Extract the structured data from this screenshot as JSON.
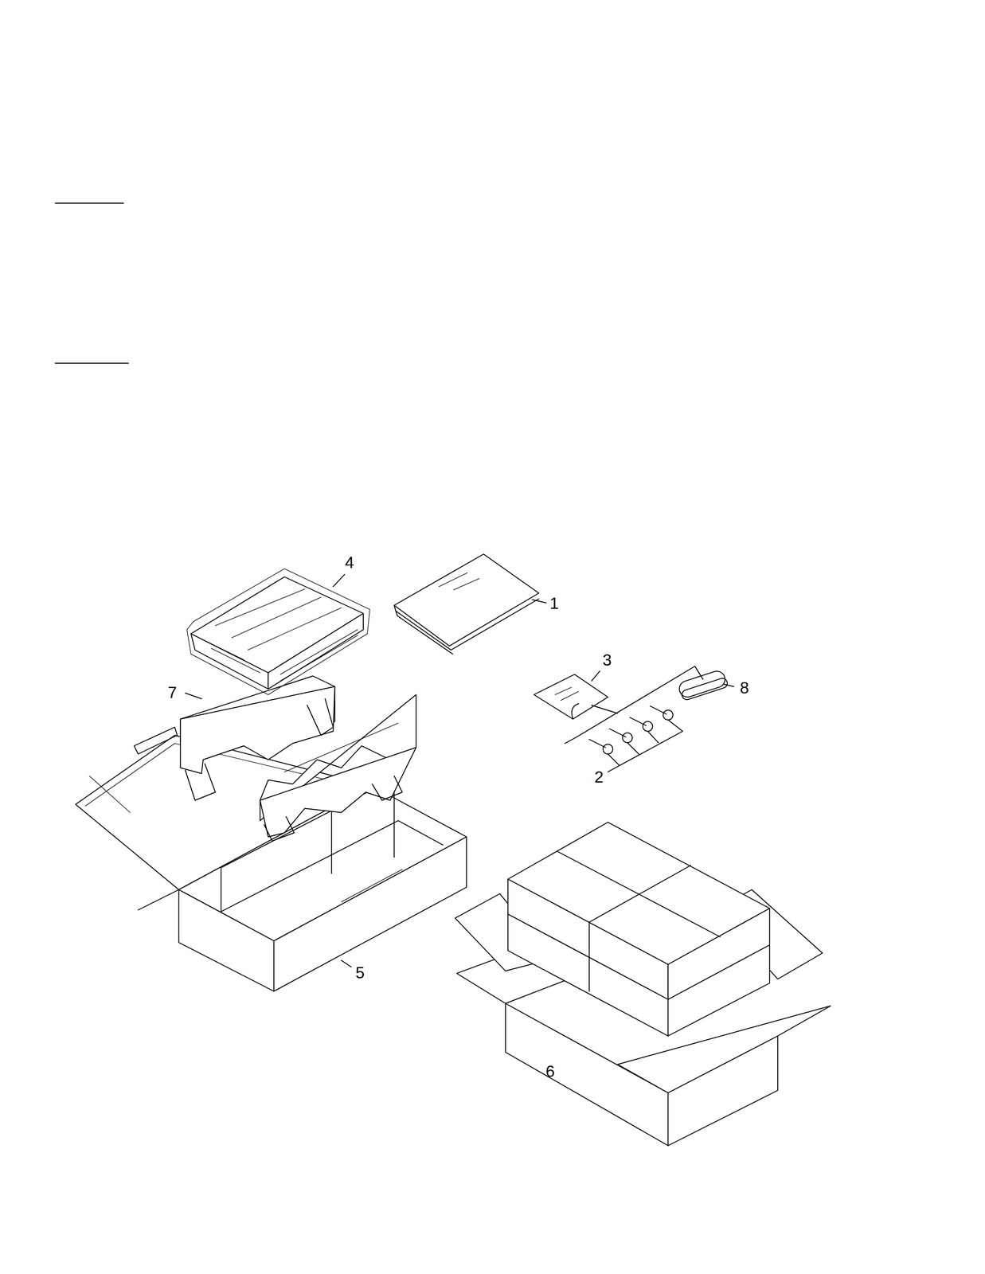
{
  "diagram": {
    "labels": [
      "4",
      "1",
      "3",
      "7",
      "8",
      "2",
      "5",
      "6"
    ]
  }
}
